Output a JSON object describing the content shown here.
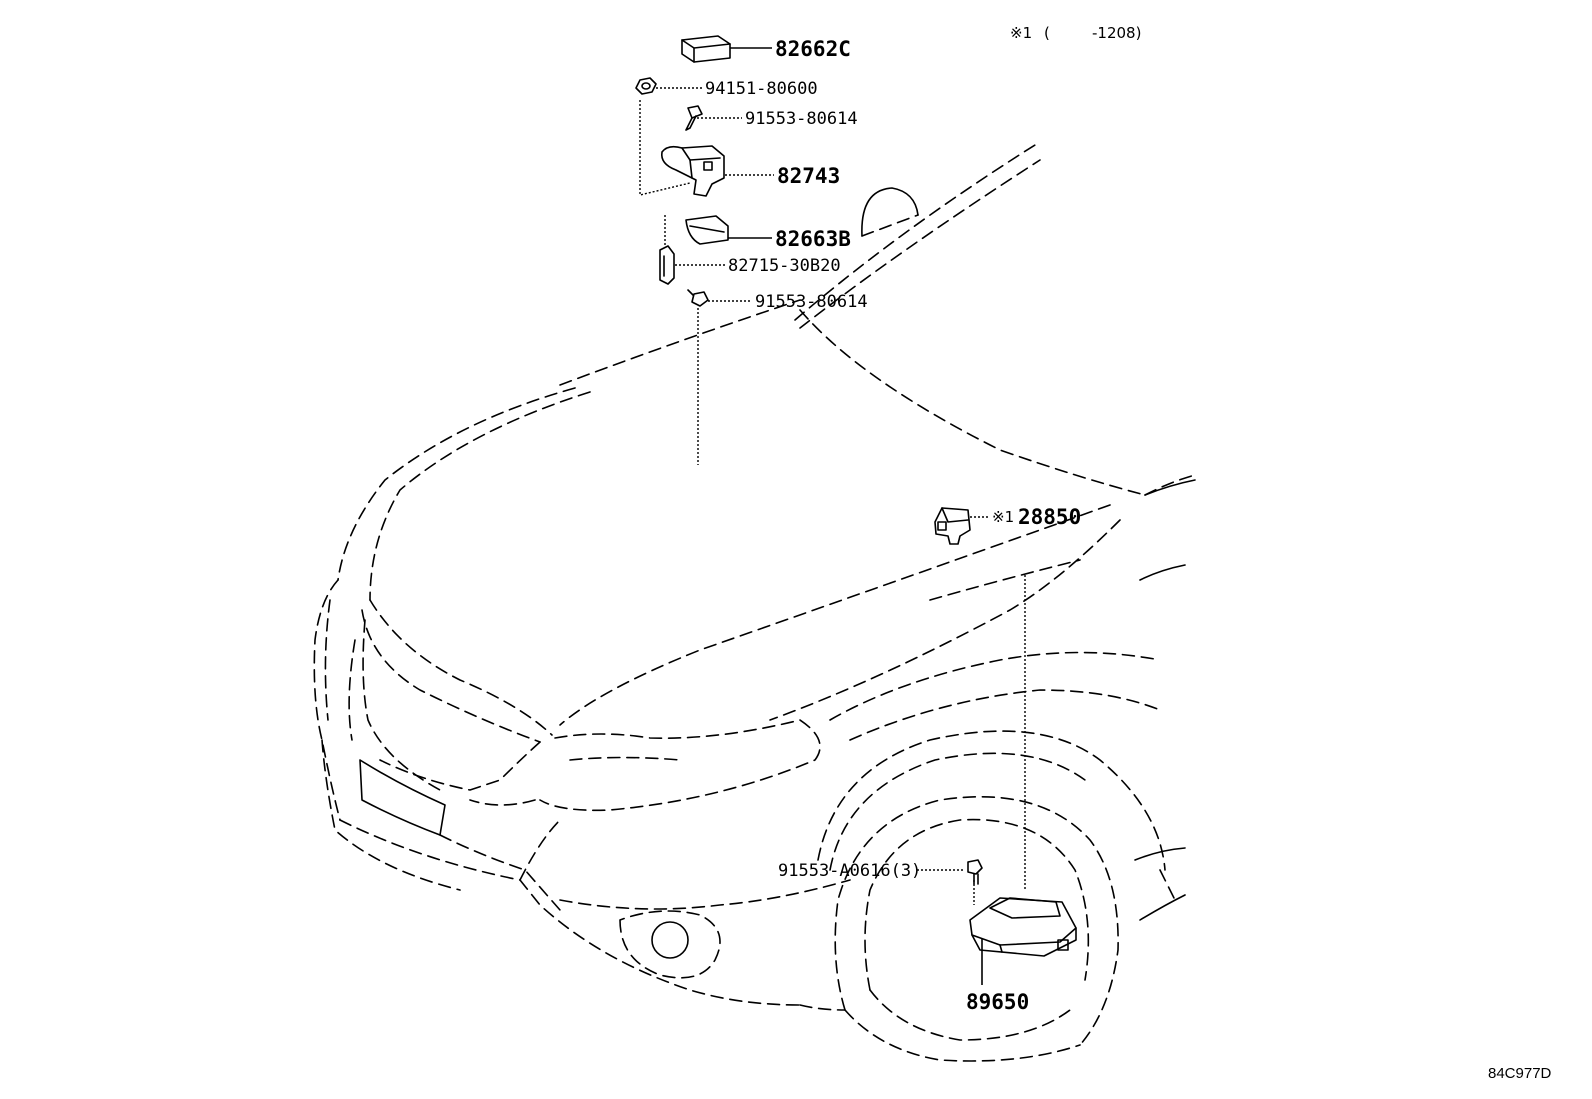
{
  "note": {
    "marker": "※1",
    "paren_open": "(",
    "range_end": "-1208)"
  },
  "parts": [
    {
      "id": "p1",
      "number": "82662C",
      "icon": "sensor-cover-icon"
    },
    {
      "id": "p2",
      "number": "94151-80600",
      "icon": "nut-icon"
    },
    {
      "id": "p3",
      "number": "91553-80614",
      "icon": "bolt-icon"
    },
    {
      "id": "p4",
      "number": "82743",
      "icon": "bracket-icon"
    },
    {
      "id": "p5",
      "number": "82663B",
      "icon": "cover-icon"
    },
    {
      "id": "p6",
      "number": "82715-30B20",
      "icon": "clamp-icon"
    },
    {
      "id": "p7",
      "number": "91553-80614",
      "icon": "bolt-icon"
    },
    {
      "id": "p8",
      "marker": "※1",
      "number": "28850",
      "icon": "sensor-icon"
    },
    {
      "id": "p9",
      "number": "91553-A0616(3)",
      "icon": "bolt-icon"
    },
    {
      "id": "p10",
      "number": "89650",
      "icon": "control-unit-icon"
    }
  ],
  "diagram_code": "84C977D"
}
